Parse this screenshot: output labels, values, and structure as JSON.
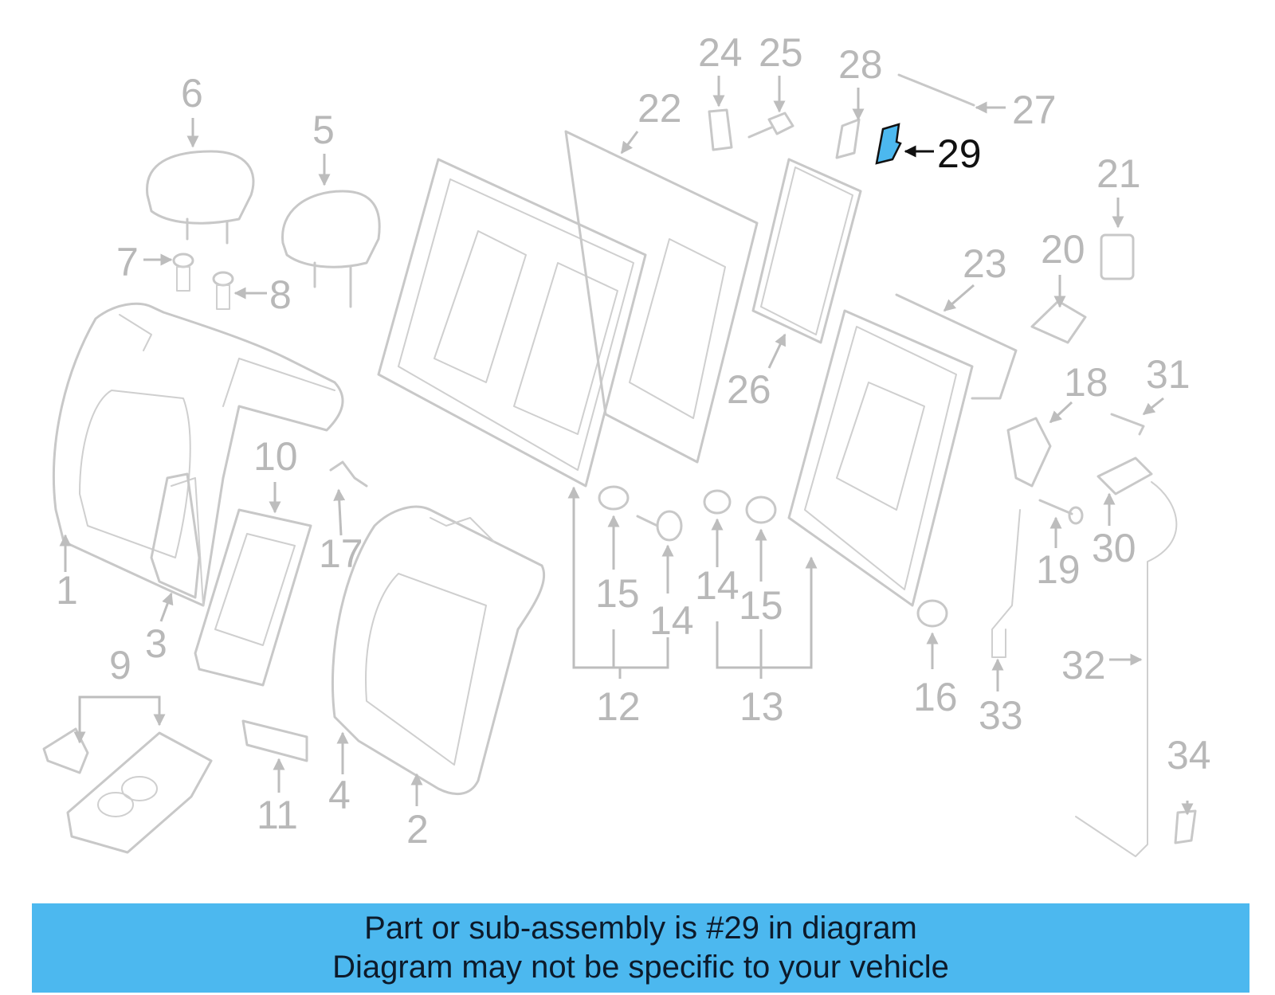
{
  "highlighted_part": {
    "number": "29",
    "fill_color": "#4cb8ef",
    "label_color": "#111111"
  },
  "callouts": [
    {
      "id": "1",
      "label": "1"
    },
    {
      "id": "2",
      "label": "2"
    },
    {
      "id": "3",
      "label": "3"
    },
    {
      "id": "4",
      "label": "4"
    },
    {
      "id": "5",
      "label": "5"
    },
    {
      "id": "6",
      "label": "6"
    },
    {
      "id": "7",
      "label": "7"
    },
    {
      "id": "8",
      "label": "8"
    },
    {
      "id": "9",
      "label": "9"
    },
    {
      "id": "10",
      "label": "10"
    },
    {
      "id": "11",
      "label": "11"
    },
    {
      "id": "12",
      "label": "12"
    },
    {
      "id": "13",
      "label": "13"
    },
    {
      "id": "14a",
      "label": "14"
    },
    {
      "id": "14b",
      "label": "14"
    },
    {
      "id": "15a",
      "label": "15"
    },
    {
      "id": "15b",
      "label": "15"
    },
    {
      "id": "16",
      "label": "16"
    },
    {
      "id": "17",
      "label": "17"
    },
    {
      "id": "18",
      "label": "18"
    },
    {
      "id": "19",
      "label": "19"
    },
    {
      "id": "20",
      "label": "20"
    },
    {
      "id": "21",
      "label": "21"
    },
    {
      "id": "22",
      "label": "22"
    },
    {
      "id": "23",
      "label": "23"
    },
    {
      "id": "24",
      "label": "24"
    },
    {
      "id": "25",
      "label": "25"
    },
    {
      "id": "26",
      "label": "26"
    },
    {
      "id": "27",
      "label": "27"
    },
    {
      "id": "28",
      "label": "28"
    },
    {
      "id": "29",
      "label": "29"
    },
    {
      "id": "30",
      "label": "30"
    },
    {
      "id": "31",
      "label": "31"
    },
    {
      "id": "32",
      "label": "32"
    },
    {
      "id": "33",
      "label": "33"
    },
    {
      "id": "34",
      "label": "34"
    }
  ],
  "footer": {
    "line1": "Part or sub-assembly is #29 in diagram",
    "line2": "Diagram may not be specific to your vehicle",
    "background": "#4cb8ef"
  }
}
